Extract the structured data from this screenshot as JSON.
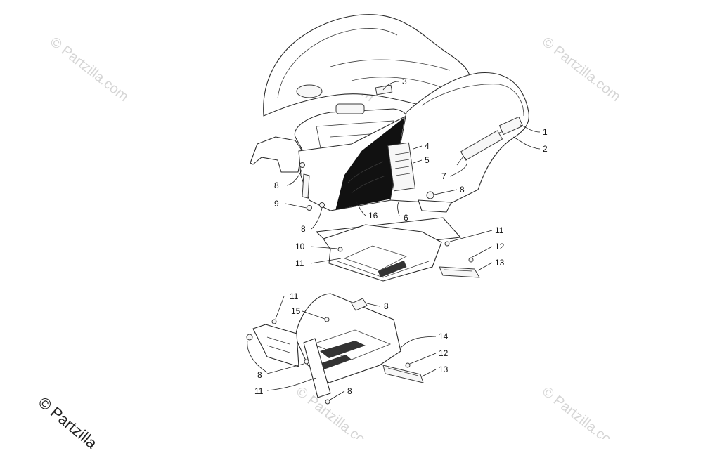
{
  "watermark_text": "© Partzilla.com",
  "copyright_text": "© Partzilla",
  "callouts": [
    {
      "label": "1"
    },
    {
      "label": "2"
    },
    {
      "label": "3"
    },
    {
      "label": "4"
    },
    {
      "label": "5"
    },
    {
      "label": "6"
    },
    {
      "label": "7"
    },
    {
      "label": "8"
    },
    {
      "label": "8"
    },
    {
      "label": "9"
    },
    {
      "label": "8"
    },
    {
      "label": "16"
    },
    {
      "label": "10"
    },
    {
      "label": "11"
    },
    {
      "label": "11"
    },
    {
      "label": "12"
    },
    {
      "label": "13"
    },
    {
      "label": "11"
    },
    {
      "label": "15"
    },
    {
      "label": "8"
    },
    {
      "label": "14"
    },
    {
      "label": "12"
    },
    {
      "label": "13"
    },
    {
      "label": "8"
    },
    {
      "label": "11"
    },
    {
      "label": "8"
    }
  ]
}
